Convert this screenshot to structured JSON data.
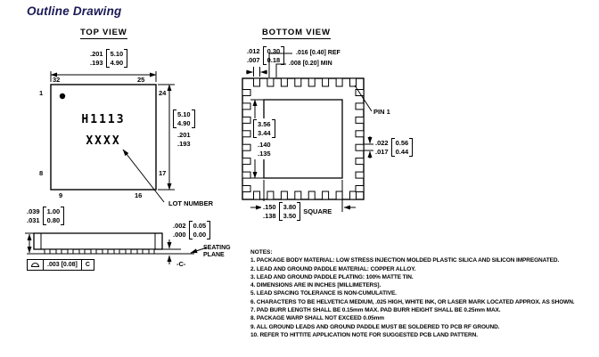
{
  "title": "Outline Drawing",
  "colors": {
    "ink": "#000000",
    "title_ink": "#1a1a55"
  },
  "top_view": {
    "label": "TOP VIEW",
    "dim_width": {
      "in1": ".201",
      "in2": ".193",
      "mm1": "5.10",
      "mm2": "4.90"
    },
    "dim_height": {
      "mm1": "5.10",
      "mm2": "4.90",
      "in1": ".201",
      "in2": ".193"
    },
    "pins": {
      "p32": "32",
      "p25": "25",
      "p1": "1",
      "p24": "24",
      "p8": "8",
      "p17": "17",
      "p9": "9",
      "p16": "16"
    },
    "marking": {
      "line1": "H1113",
      "line2": "XXXX"
    },
    "lot_number_label": "LOT NUMBER"
  },
  "bottom_view": {
    "label": "BOTTOM VIEW",
    "dim_lead_width": {
      "in1": ".012",
      "in2": ".007",
      "mm1": "0.30",
      "mm2": "0.18"
    },
    "dim_pitch_ref": ".016 [0.40] REF",
    "dim_spacing_min": ".008 [0.20] MIN",
    "pin1_label": "PIN 1",
    "dim_lead_length": {
      "in1": ".022",
      "in2": ".017",
      "mm1": "0.56",
      "mm2": "0.44"
    },
    "dim_paddle_height": {
      "mm1": "3.56",
      "mm2": "3.44",
      "in1": ".140",
      "in2": ".135"
    },
    "dim_paddle_size": {
      "in1": ".150",
      "in2": ".138",
      "mm1": "3.80",
      "mm2": "3.50",
      "suffix": "SQUARE"
    }
  },
  "side_view": {
    "dim_thickness": {
      "in1": ".039",
      "in2": ".031",
      "mm1": "1.00",
      "mm2": "0.80"
    },
    "dim_standoff": {
      "in1": ".002",
      "in2": ".000",
      "mm1": "0.05",
      "mm2": "0.00"
    },
    "seating_plane": {
      "line1": "SEATING",
      "line2": "PLANE"
    },
    "datum_label": "-C-",
    "flatness": {
      "value": ".003 [0.08]",
      "datum_ref": "C"
    }
  },
  "notes": {
    "heading": "NOTES:",
    "items": [
      "1. PACKAGE BODY MATERIAL: LOW STRESS INJECTION MOLDED PLASTIC SILICA AND SILICON IMPREGNATED.",
      "2. LEAD AND GROUND PADDLE MATERIAL: COPPER ALLOY.",
      "3. LEAD AND GROUND PADDLE PLATING: 100% MATTE TIN.",
      "4. DIMENSIONS ARE IN INCHES [MILLIMETERS].",
      "5. LEAD SPACING TOLERANCE IS NON-CUMULATIVE.",
      "6. CHARACTERS TO BE HELVETICA MEDIUM, .025 HIGH, WHITE INK, OR LASER MARK LOCATED APPROX. AS SHOWN.",
      "7. PAD BURR LENGTH SHALL BE 0.15mm MAX. PAD BURR HEIGHT SHALL BE 0.25mm MAX.",
      "8. PACKAGE WARP SHALL NOT EXCEED 0.05mm",
      "9. ALL GROUND LEADS AND GROUND PADDLE MUST BE SOLDERED TO PCB RF GROUND.",
      "10. REFER TO HITTITE APPLICATION NOTE FOR SUGGESTED PCB LAND PATTERN."
    ]
  }
}
